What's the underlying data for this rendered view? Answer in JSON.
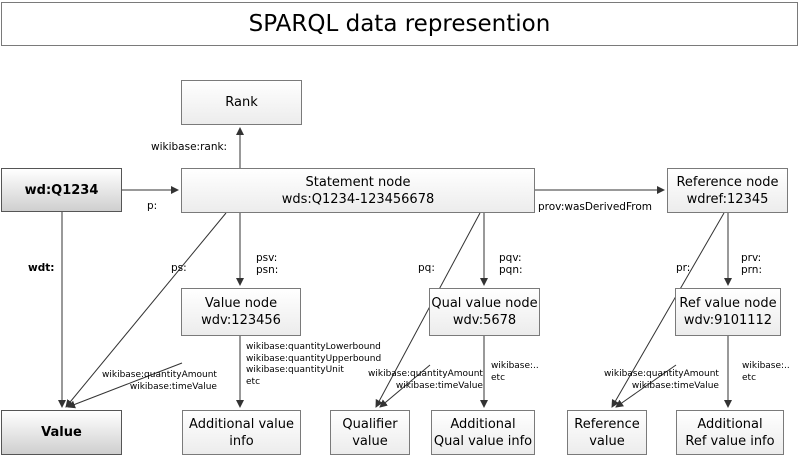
{
  "title": "SPARQL data represention",
  "nodes": {
    "rank": "Rank",
    "wd": "wd:Q1234",
    "statement": [
      "Statement node",
      "wds:Q1234-123456678"
    ],
    "reference": [
      "Reference node",
      "wdref:12345"
    ],
    "value_node": [
      "Value node",
      "wdv:123456"
    ],
    "qual_value_node": [
      "Qual value node",
      "wdv:5678"
    ],
    "ref_value_node": [
      "Ref value node",
      "wdv:9101112"
    ],
    "value": "Value",
    "add_value_info": [
      "Additional value",
      "info"
    ],
    "qualifier_value": [
      "Qualifier",
      "value"
    ],
    "add_qual_info": [
      "Additional",
      "Qual value info"
    ],
    "reference_value": [
      "Reference",
      "value"
    ],
    "add_ref_info": [
      "Additional",
      "Ref value info"
    ]
  },
  "edge_labels": {
    "rank": "wikibase:rank:",
    "p": "p:",
    "prov": "prov:wasDerivedFrom",
    "wdt": "wdt:",
    "ps": "ps:",
    "psv": [
      "psv:",
      "psn:"
    ],
    "pq": "pq:",
    "pqv": [
      "pqv:",
      "pqn:"
    ],
    "pr": "pr:",
    "prv": [
      "prv:",
      "prn:"
    ],
    "value_detail": [
      "wikibase:quantityLowerbound",
      "wikibase:quantityUpperbound",
      "wikibase:quantityUnit",
      "etc"
    ],
    "value_amount": [
      "wikibase:quantityAmount",
      "wikibase:timeValue"
    ],
    "qual_amount": [
      "wikibase:quantityAmount",
      "wikibase:timeValue"
    ],
    "qual_detail": [
      "wikibase:..",
      "etc"
    ],
    "ref_amount": [
      "wikibase:quantityAmount",
      "wikibase:timeValue"
    ],
    "ref_detail": [
      "wikibase:..",
      "etc"
    ]
  }
}
